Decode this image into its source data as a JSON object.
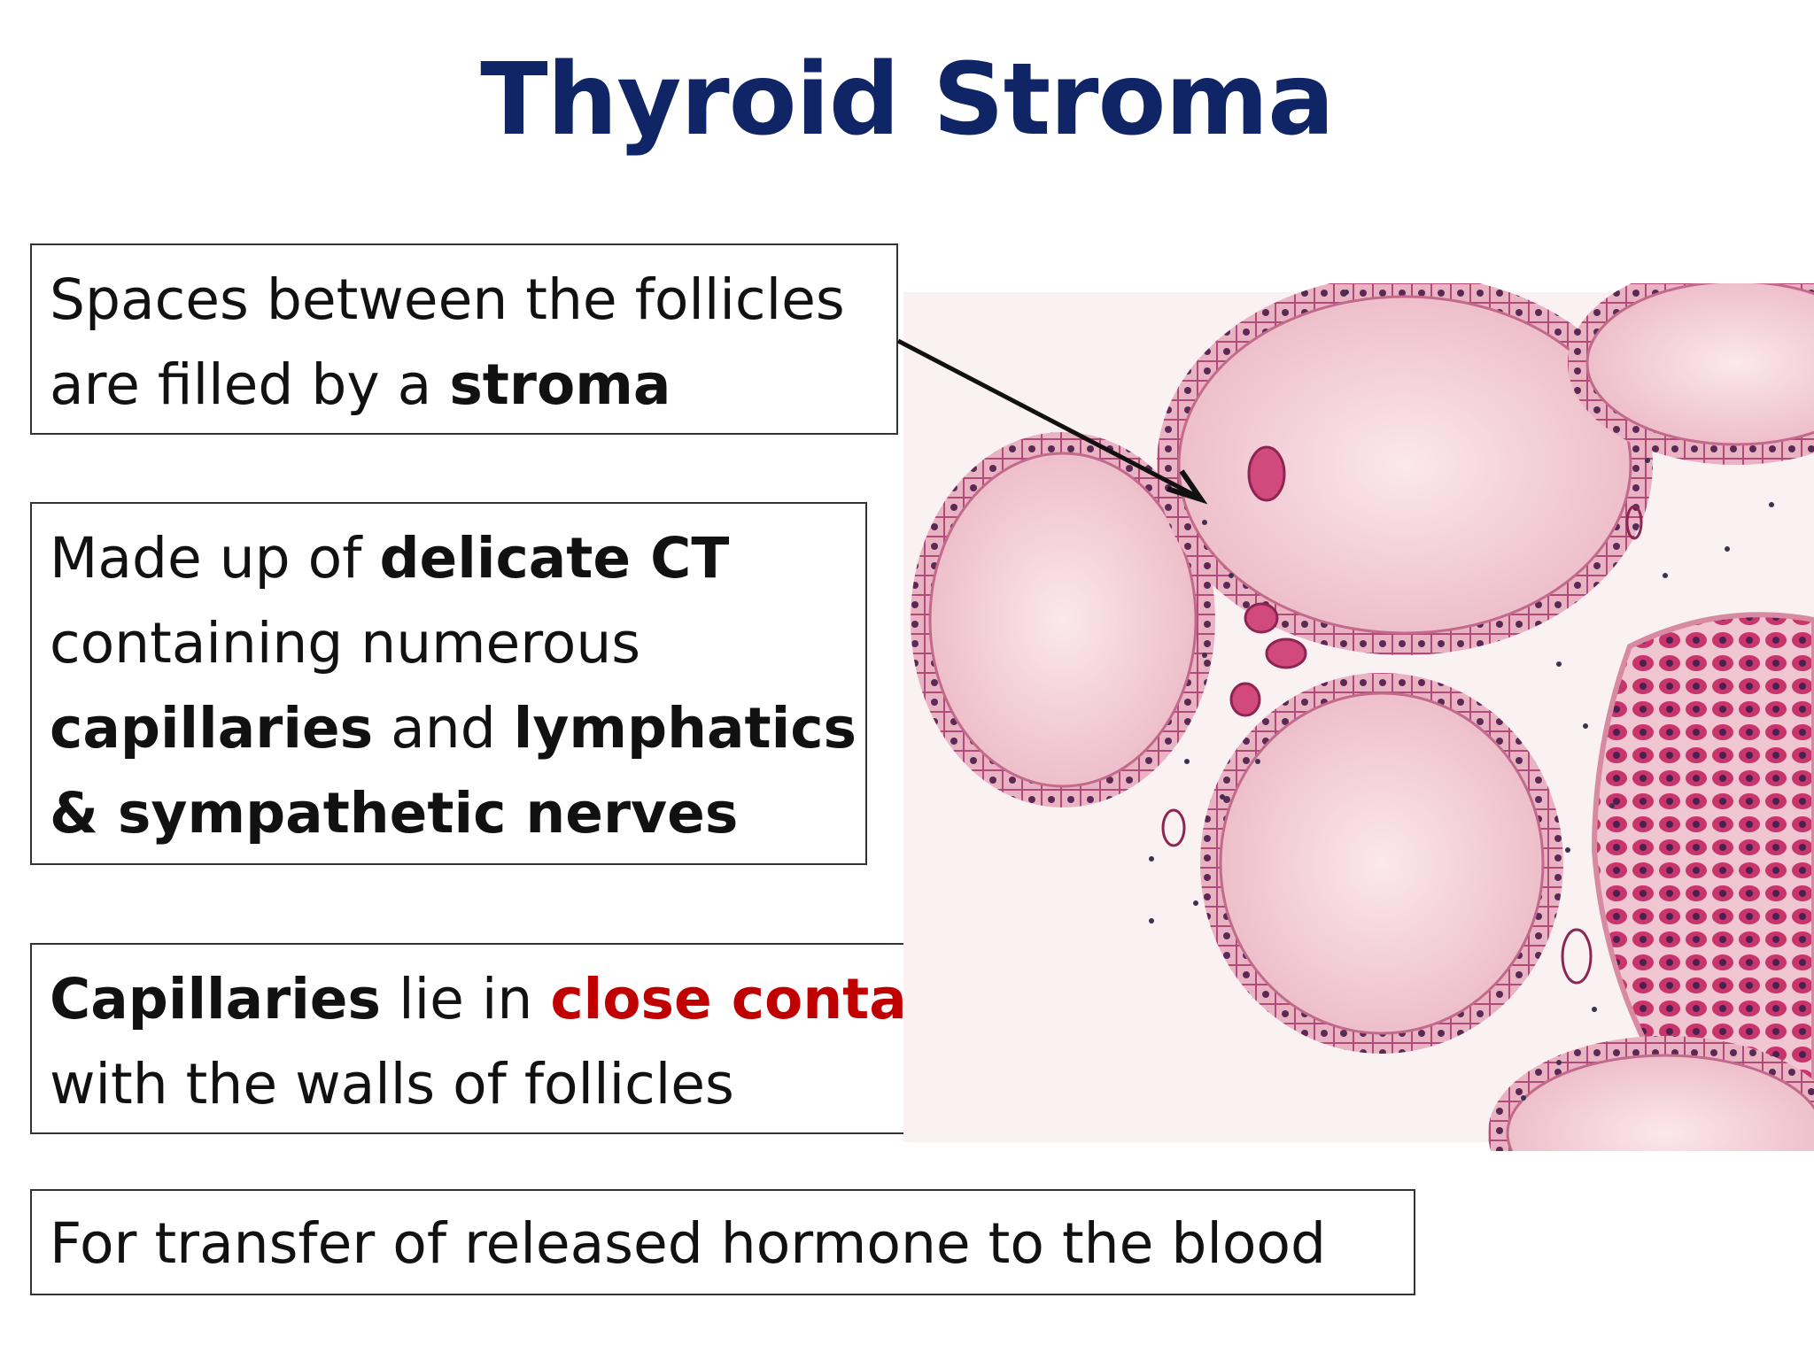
{
  "slide": {
    "title": "Thyroid Stroma",
    "box1": {
      "line1": "Spaces between the follicles",
      "line2_a": "are filled by a ",
      "line2_b": "stroma"
    },
    "box2": {
      "line1_a": "Made up of ",
      "line1_b": "delicate CT",
      "line2": "containing numerous",
      "line3_a": "capillaries",
      "line3_b": " and ",
      "line3_c": "lymphatics",
      "line4": "& sympathetic nerves"
    },
    "box3": {
      "line1_a": "Capillaries",
      "line1_b": " lie in ",
      "line1_c": "close contact",
      "line2": "with the walls of follicles"
    },
    "box4": {
      "text": "For transfer of released hormone to the blood"
    }
  },
  "colors": {
    "title": "#0f2566",
    "highlight": "#c00000",
    "follicle_cell": "#c8356b",
    "colloid": "#f4cfd8"
  }
}
